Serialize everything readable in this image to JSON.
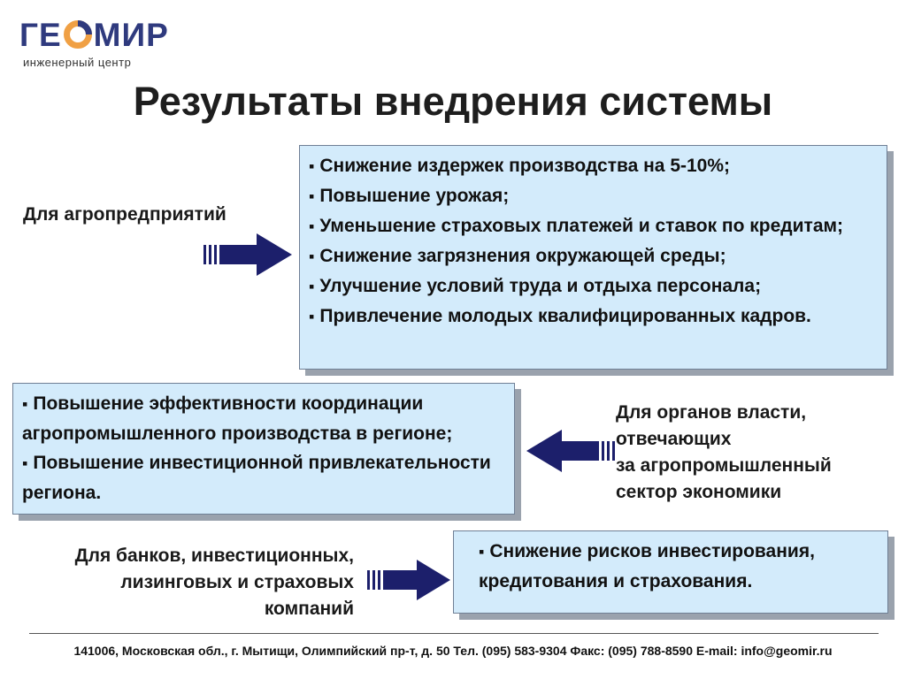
{
  "brand": {
    "name_before": "ГЕ",
    "name_after": "МИР",
    "subtitle": "инженерный центр"
  },
  "title": "Результаты внедрения системы",
  "sections": [
    {
      "label": "Для агропредприятий",
      "items": [
        "Снижение издержек производства на 5-10%;",
        "Повышение урожая;",
        "Уменьшение страховых платежей и ставок по кредитам;",
        "Снижение загрязнения окружающей среды;",
        "Улучшение условий труда и отдыха персонала;",
        "Привлечение молодых квалифицированных кадров."
      ]
    },
    {
      "label_lines": [
        "Для органов власти,",
        "отвечающих",
        "за агропромышленный",
        "сектор экономики"
      ],
      "items": [
        "Повышение эффективности координации агропромышленного производства в регионе;",
        "Повышение инвестиционной привлекательности региона."
      ]
    },
    {
      "label_lines": [
        "Для банков, инвестиционных,",
        "лизинговых и страховых",
        "компаний"
      ],
      "items": [
        "Снижение рисков инвестирования, кредитования и страхования."
      ]
    }
  ],
  "footer": "141006, Московская обл., г. Мытищи, Олимпийский пр-т, д. 50   Тел. (095) 583-9304  Факс: (095) 788-8590  E-mail: info@geomir.ru",
  "colors": {
    "brand_dark": "#2f3a7e",
    "brand_accent": "#f0a044",
    "box_fill": "#d3ebfb",
    "arrow_fill": "#1c1f6b"
  }
}
